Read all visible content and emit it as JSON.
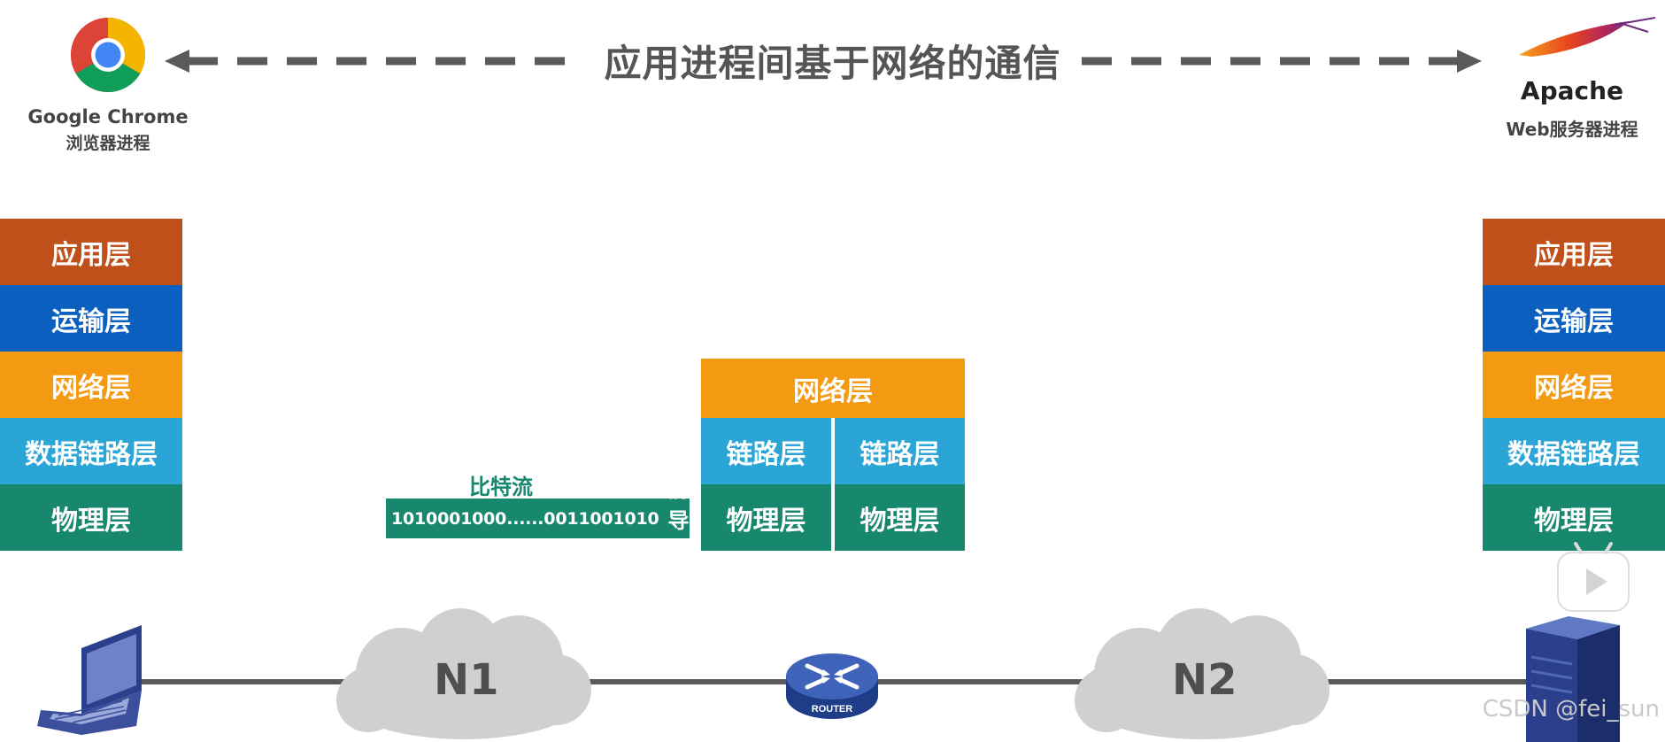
{
  "banner": {
    "title": "应用进程间基于网络的通信"
  },
  "client": {
    "app_name": "Google Chrome",
    "process_label": "浏览器进程",
    "icon": "chrome-logo-icon",
    "layers": [
      "应用层",
      "运输层",
      "网络层",
      "数据链路层",
      "物理层"
    ]
  },
  "server": {
    "app_name": "Apache",
    "process_label": "Web服务器进程",
    "icon": "apache-feather-icon",
    "layers": [
      "应用层",
      "运输层",
      "网络层",
      "数据链路层",
      "物理层"
    ]
  },
  "router": {
    "network_layer": "网络层",
    "link_left": "链路层",
    "link_right": "链路层",
    "phy_left": "物理层",
    "phy_right": "物理层",
    "device_label": "ROUTER"
  },
  "bitstream": {
    "label": "比特流",
    "bits": "1010001000......0011001010",
    "preamble": "前导码"
  },
  "networks": {
    "n1": "N1",
    "n2": "N2"
  },
  "watermark": "CSDN @fei_sun",
  "colors": {
    "application": "#C0501A",
    "transport": "#0A5FBF",
    "network": "#F39A12",
    "datalink": "#2AA5D6",
    "physical": "#17876E",
    "arrow": "#5a5a5a"
  }
}
